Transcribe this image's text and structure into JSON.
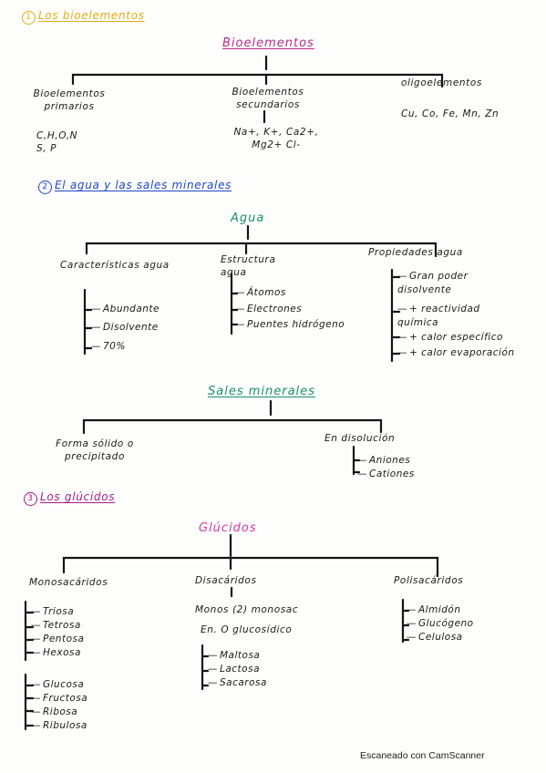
{
  "sections": {
    "s1": {
      "number": "1",
      "title": "Los bioelementos"
    },
    "s2": {
      "number": "2",
      "title": "El agua y las sales minerales"
    },
    "s3": {
      "number": "3",
      "title": "Los glúcidos"
    }
  },
  "bioelementos": {
    "title": "Bioelementos",
    "primarios": {
      "label": "Bioelementos primarios",
      "items": "C,H,O,N  S, P"
    },
    "secundarios": {
      "label": "Bioelementos secundarios",
      "items": "Na+, K+, Ca2+, Mg2+  Cl-"
    },
    "oligo": {
      "label": "oligoelementos",
      "items": "Cu, Co, Fe, Mn, Zn"
    }
  },
  "agua": {
    "title": "Agua",
    "caracteristicas": {
      "label": "Características agua",
      "items": [
        "Abundante",
        "Disolvente",
        "70%"
      ]
    },
    "estructura": {
      "label": "Estructura agua",
      "items": [
        "Átomos",
        "Electrones",
        "Puentes hidrógeno"
      ]
    },
    "propiedades": {
      "label": "Propiedades agua",
      "items": [
        "Gran poder disolvente",
        "+ reactividad química",
        "+ calor específico",
        "+ calor evaporación"
      ]
    }
  },
  "sales": {
    "title": "Sales minerales",
    "solido": {
      "label": "Forma sólido o precipitado"
    },
    "disolucion": {
      "label": "En disolución",
      "items": [
        "Aniones",
        "Cationes"
      ]
    }
  },
  "glucidos": {
    "title": "Glúcidos",
    "mono": {
      "label": "Monosacáridos",
      "items_a": [
        "Triosa",
        "Tetrosa",
        "Pentosa",
        "Hexosa"
      ],
      "items_b": [
        "Glucosa",
        "Fructosa",
        "Ribosa",
        "Ribulosa"
      ]
    },
    "di": {
      "label": "Disacáridos",
      "line1": "Monos (2) monosac",
      "line2": "En. O glucosídico",
      "items": [
        "Maltosa",
        "Lactosa",
        "Sacarosa"
      ]
    },
    "poli": {
      "label": "Polisacáridos",
      "items": [
        "Almidón",
        "Glucógeno",
        "Celulosa"
      ]
    }
  },
  "footer": "Escaneado con CamScanner"
}
